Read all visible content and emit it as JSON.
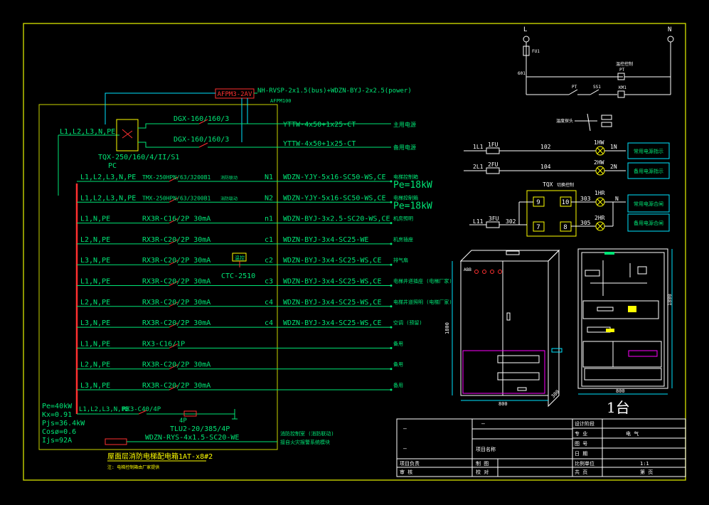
{
  "colors": {
    "bg": "#000000",
    "frame": "#c8d400",
    "wire": "#00e676",
    "text": "#ffffff",
    "cyan": "#00e5ff",
    "red": "#ff3030",
    "magenta": "#ff00ff",
    "yellow": "#ffff00",
    "gray": "#9e9e9e"
  },
  "top": {
    "meter": "AFPM3-2AV",
    "meter_cable": "NH-RVSP-2x1.5(bus)+WDZN-BYJ-2x2.5(power)",
    "meter_note": "AFPM100",
    "in_label": "L1,L2,L3,N,PE",
    "ats": "TQX-250/160/4/II/S1",
    "pc": "PC",
    "dgx1": "DGX-160/160/3",
    "dgx2": "DGX-160/160/3",
    "feed1": "YTTW-4x50+1x25-CT",
    "feed2": "YTTW-4x50+1x25-CT",
    "feed1_dest": "主用电源",
    "feed2_dest": "备用电源"
  },
  "rows": [
    {
      "phase": "L1,L2,L3,N,PE",
      "breaker": "TMX-250HPN/63/3200B1",
      "note": "消防联动",
      "circuit": "N1",
      "cable": "WDZN-YJY-5x16-SC50-WS,CE",
      "dest": "电梯控制箱",
      "extra": "Pe=18kW"
    },
    {
      "phase": "L1,L2,L3,N,PE",
      "breaker": "TMX-250HPN/63/3200B1",
      "note": "消防联动",
      "circuit": "N2",
      "cable": "WDZN-YJY-5x16-SC50-WS,CE",
      "dest": "电梯控制箱",
      "extra": "Pe=18kW"
    },
    {
      "phase": "L1,N,PE",
      "breaker": "RX3R-C16/2P 30mA",
      "note": "",
      "circuit": "n1",
      "cable": "WDZN-BYJ-3x2.5-SC20-WS,CE",
      "dest": "机房照明",
      "extra": ""
    },
    {
      "phase": "L2,N,PE",
      "breaker": "RX3R-C20/2P 30mA",
      "note": "",
      "circuit": "c1",
      "cable": "WDZN-BYJ-3x4-SC25-WE",
      "dest": "机房插座",
      "extra": ""
    },
    {
      "phase": "L3,N,PE",
      "breaker": "RX3R-C20/2P 30mA",
      "note": "",
      "circuit": "c2",
      "cable": "WDZN-BYJ-3x4-SC25-WS,CE",
      "dest": "排气扇",
      "extra": ""
    },
    {
      "phase": "L1,N,PE",
      "breaker": "RX3R-C20/2P 30mA",
      "note": "",
      "circuit": "c3",
      "cable": "WDZN-BYJ-3x4-SC25-WS,CE",
      "dest": "电梯井道插座 (电梯厂家)",
      "extra": ""
    },
    {
      "phase": "L2,N,PE",
      "breaker": "RX3R-C20/2P 30mA",
      "note": "",
      "circuit": "c4",
      "cable": "WDZN-BYJ-3x4-SC25-WS,CE",
      "dest": "电梯井道照明 (电梯厂家)",
      "extra": ""
    },
    {
      "phase": "L3,N,PE",
      "breaker": "RX3R-C20/2P 30mA",
      "note": "",
      "circuit": "c4",
      "cable": "WDZN-BYJ-3x4-SC25-WS,CE",
      "dest": "空调 (预留)",
      "extra": ""
    },
    {
      "phase": "L1,N,PE",
      "breaker": "RX3-C16/1P",
      "note": "",
      "circuit": "",
      "cable": "",
      "dest": "备用",
      "extra": ""
    },
    {
      "phase": "L2,N,PE",
      "breaker": "RX3R-C20/2P 30mA",
      "note": "",
      "circuit": "",
      "cable": "",
      "dest": "备用",
      "extra": ""
    },
    {
      "phase": "L3,N,PE",
      "breaker": "RX3R-C20/2P 30mA",
      "note": "",
      "circuit": "",
      "cable": "",
      "dest": "备用",
      "extra": ""
    }
  ],
  "ctc": {
    "label": "CTC-2510",
    "box": "温控"
  },
  "bottom": {
    "pe": "Pe=40kW",
    "kx": "Kx=0.91",
    "pjs": "Pjs=36.4kW",
    "cos": "Cosø=0.6",
    "ijs": "Ijs=92A",
    "spd_phase": "L1,L2,L3,N,PE",
    "spd_breaker": "RX3-C40/4P",
    "spd_poles": "4P",
    "spd_model": "TLU2-20/385/4P",
    "fire_cable": "WDZN-RYS-4x1.5-SC20-WE",
    "fire_note1": "消防控制室 (消防联动)",
    "fire_note2": "接自火灾报警系统模块",
    "title": "屋面层消防电梯配电箱1AT-x8#2",
    "subtitle": "注: 电梯控制箱由厂家提供"
  },
  "control": {
    "l": "L",
    "n": "N",
    "fu": "FU1",
    "n601": "601",
    "relay_title": "温控控制",
    "relay": "PT",
    "pt": "PT",
    "sw": "SS1",
    "km": "KM1",
    "sensor": "温度探头",
    "lines": [
      {
        "in": "1L1",
        "fuse": "1FU",
        "wire": "102",
        "lamp": "1HW",
        "out": "1N",
        "label": "常用电源指示"
      },
      {
        "in": "2L1",
        "fuse": "2FU",
        "wire": "104",
        "lamp": "2HW",
        "out": "2N",
        "label": "备用电源指示"
      }
    ],
    "tqx": "TQX",
    "tqx_note": "切换控制",
    "terms": [
      "9",
      "10",
      "7",
      "8"
    ],
    "l3_in": "L11",
    "l3_fuse": "3FU",
    "l3_wire": "302",
    "w303": "303",
    "w305": "305",
    "hr1": "1HR",
    "hr2": "2HR",
    "n_out": "N",
    "label3": "常用电源合闸",
    "label4": "备用电源合闸"
  },
  "cabinet": {
    "dim_h_front": "1800",
    "dim_w_front": "800",
    "dim_depth": "300",
    "dim_h_inner": "1800",
    "dim_w_inner": "800",
    "qty": "1台",
    "brand": "ABB"
  },
  "titleblock": {
    "dash1": "—",
    "dash2": "—",
    "dash3": "—",
    "proj_name": "项目名称",
    "design_stage": "设计阶段",
    "specialty_k": "专    业",
    "specialty_v": "电    气",
    "drawing_no": "图    号",
    "date": "日    期",
    "scale": "比例单位",
    "scale_v": "1:1",
    "proj_lead": "项目负责",
    "drawn": "制    图",
    "review": "审    核",
    "check": "校    对",
    "total": "共    页",
    "page": "第    页"
  }
}
